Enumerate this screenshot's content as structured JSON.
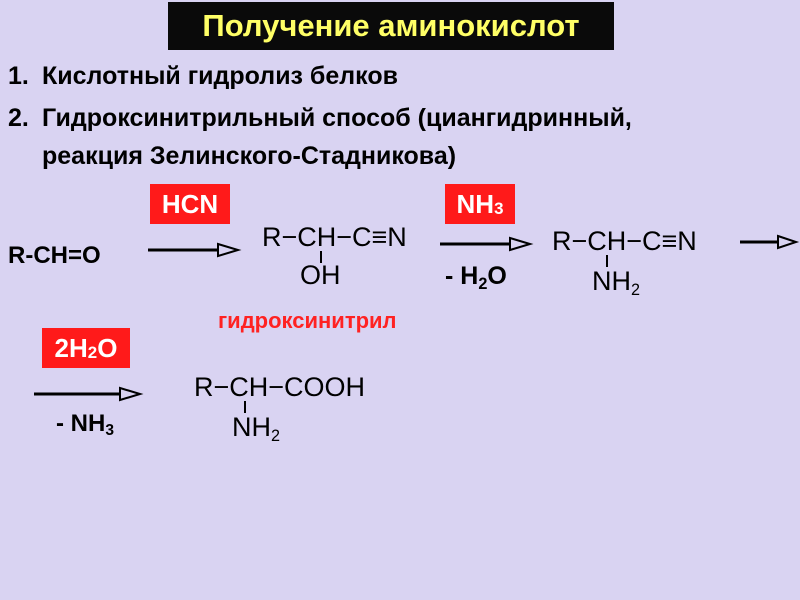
{
  "title": "Получение аминокислот",
  "list": [
    {
      "num": "1.",
      "text": "Кислотный гидролиз белков"
    },
    {
      "num": "2.",
      "text": "Гидроксинитрильный способ (циангидринный,"
    },
    {
      "num": "",
      "text": "реакция Зелинского-Стадникова)"
    }
  ],
  "scheme": {
    "reactant": "R-CH=O",
    "reagent1": "HCN",
    "product1_top": "R−CH−C≡N",
    "product1_sub": "OH",
    "intermediate_label": "гидроксинитрил",
    "reagent2_base": "NH",
    "reagent2_sub": "3",
    "byproduct1_pre": "- H",
    "byproduct1_sub": "2",
    "byproduct1_post": "O",
    "product2_top": "R−CH−C≡N",
    "product2_sub_base": "NH",
    "product2_sub_num": "2",
    "reagent3_pre": "2H",
    "reagent3_sub": "2",
    "reagent3_post": "O",
    "byproduct2_base": "- NH",
    "byproduct2_sub": "3",
    "product3_top": "R−CH−COOH",
    "product3_sub_base": "NH",
    "product3_sub_num": "2"
  },
  "colors": {
    "background": "#d9d3f2",
    "title_bg": "#0a0a0a",
    "title_text": "#ffff66",
    "badge_bg": "#ff1a1a",
    "label_red": "#ff2222"
  }
}
